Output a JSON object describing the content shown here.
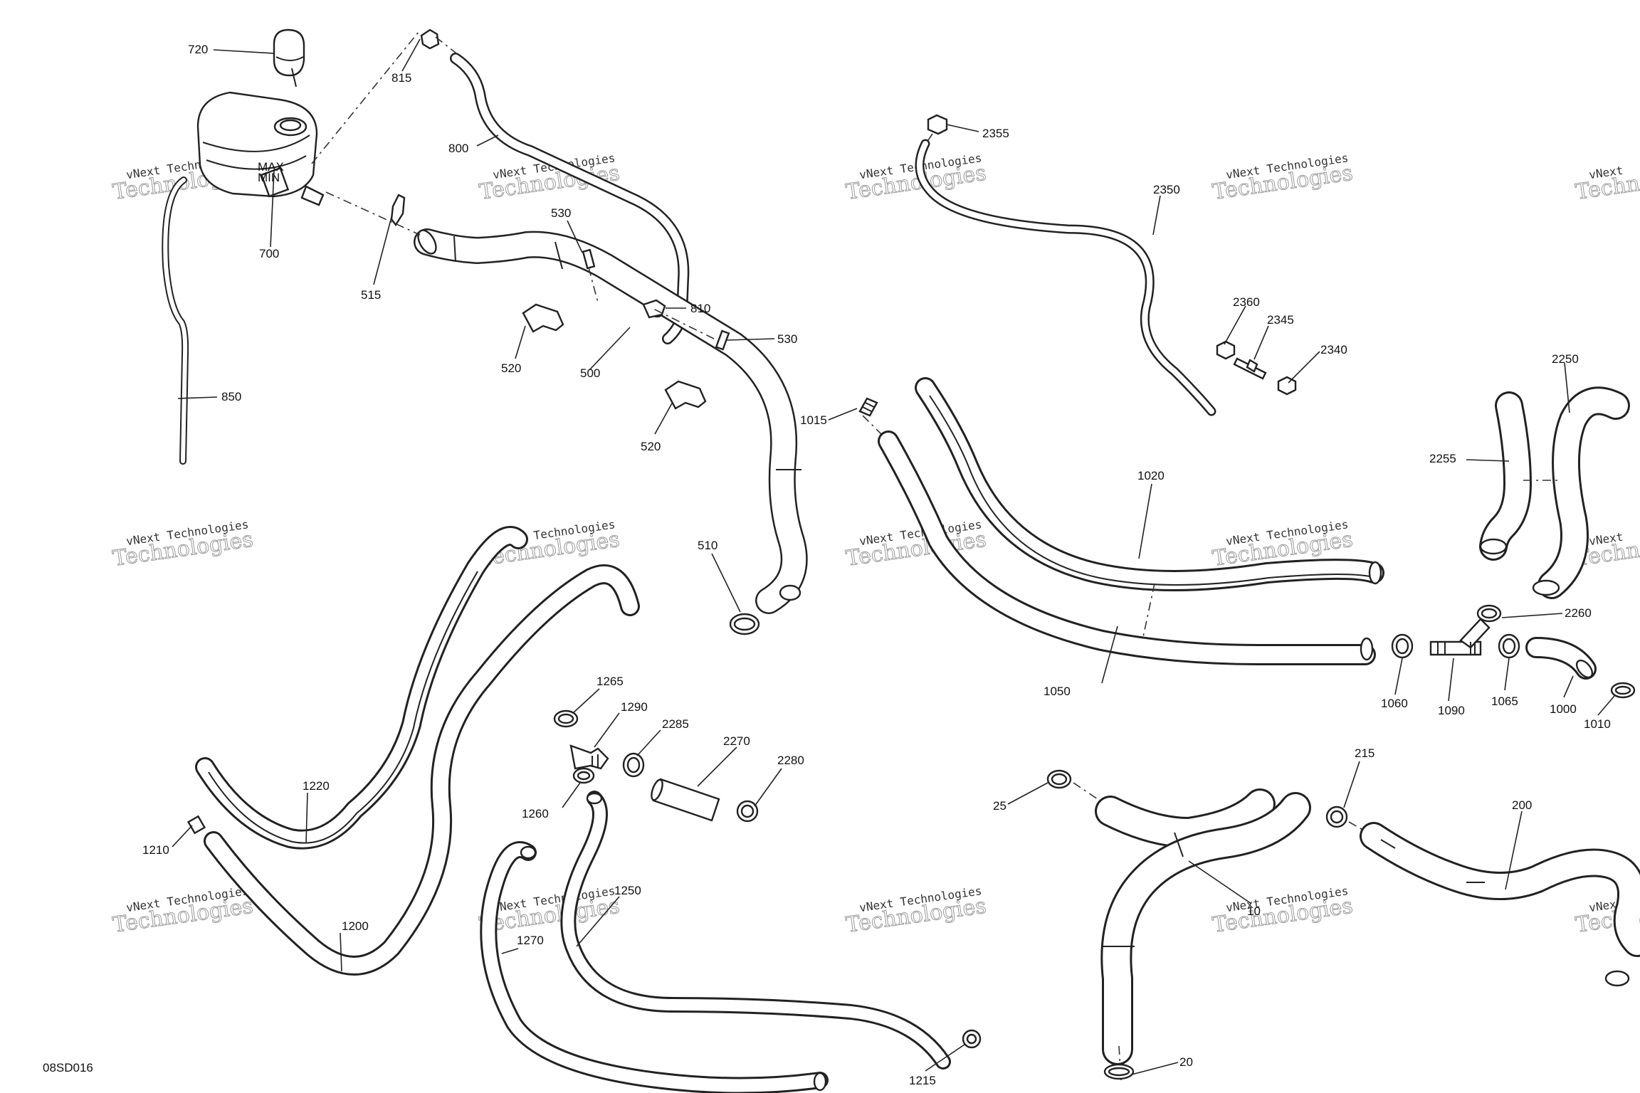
{
  "diagram_code": "08SD016",
  "watermark": {
    "line1": "vNext Technologies",
    "line2": "Technologies",
    "line3": "vNext"
  },
  "callouts": [
    {
      "id": "c720",
      "text": "720"
    },
    {
      "id": "c815",
      "text": "815"
    },
    {
      "id": "c800",
      "text": "800"
    },
    {
      "id": "c700",
      "text": "700"
    },
    {
      "id": "c515",
      "text": "515"
    },
    {
      "id": "c530a",
      "text": "530"
    },
    {
      "id": "c810",
      "text": "810"
    },
    {
      "id": "c530b",
      "text": "530"
    },
    {
      "id": "c520a",
      "text": "520"
    },
    {
      "id": "c500",
      "text": "500"
    },
    {
      "id": "c520b",
      "text": "520"
    },
    {
      "id": "c850",
      "text": "850"
    },
    {
      "id": "c510",
      "text": "510"
    },
    {
      "id": "c1015",
      "text": "1015"
    },
    {
      "id": "c2355",
      "text": "2355"
    },
    {
      "id": "c2350",
      "text": "2350"
    },
    {
      "id": "c2360",
      "text": "2360"
    },
    {
      "id": "c2345",
      "text": "2345"
    },
    {
      "id": "c2340",
      "text": "2340"
    },
    {
      "id": "c2250",
      "text": "2250"
    },
    {
      "id": "c2255",
      "text": "2255"
    },
    {
      "id": "c1020",
      "text": "1020"
    },
    {
      "id": "c1050",
      "text": "1050"
    },
    {
      "id": "c2260",
      "text": "2260"
    },
    {
      "id": "c1060",
      "text": "1060"
    },
    {
      "id": "c1090",
      "text": "1090"
    },
    {
      "id": "c1065",
      "text": "1065"
    },
    {
      "id": "c1000",
      "text": "1000"
    },
    {
      "id": "c1010",
      "text": "1010"
    },
    {
      "id": "c1265",
      "text": "1265"
    },
    {
      "id": "c1290",
      "text": "1290"
    },
    {
      "id": "c2285",
      "text": "2285"
    },
    {
      "id": "c2270",
      "text": "2270"
    },
    {
      "id": "c2280",
      "text": "2280"
    },
    {
      "id": "c1260",
      "text": "1260"
    },
    {
      "id": "c1220",
      "text": "1220"
    },
    {
      "id": "c1210",
      "text": "1210"
    },
    {
      "id": "c1200",
      "text": "1200"
    },
    {
      "id": "c1250",
      "text": "1250"
    },
    {
      "id": "c1270",
      "text": "1270"
    },
    {
      "id": "c1215",
      "text": "1215"
    },
    {
      "id": "c25",
      "text": "25"
    },
    {
      "id": "c10",
      "text": "10"
    },
    {
      "id": "c20",
      "text": "20"
    },
    {
      "id": "c215",
      "text": "215"
    },
    {
      "id": "c200",
      "text": "200"
    }
  ]
}
